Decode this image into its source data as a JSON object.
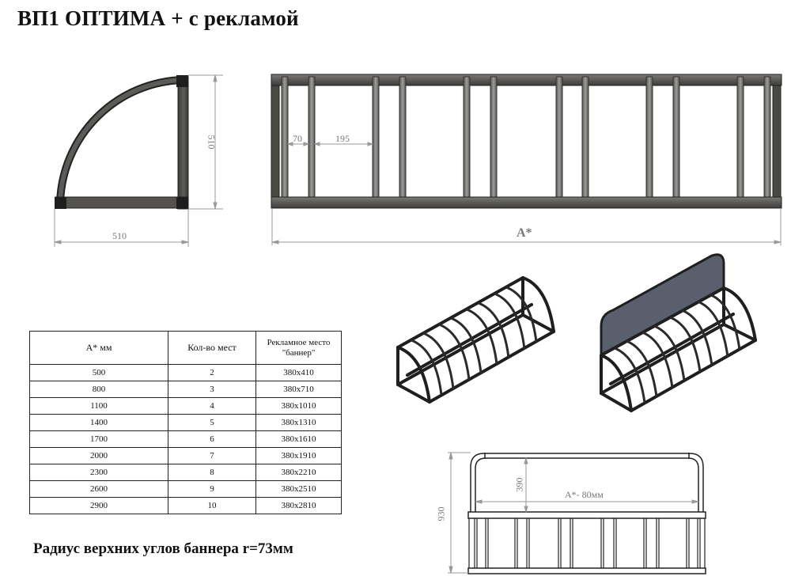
{
  "title": "ВП1 ОПТИМА + с рекламой",
  "side_view": {
    "width_label": "510",
    "height_label": "510"
  },
  "top_view": {
    "gap_small_label": "70",
    "gap_large_label": "195",
    "length_label": "A*"
  },
  "front_view": {
    "total_height_label": "930",
    "banner_height_label": "390",
    "banner_width_label": "A*- 80мм"
  },
  "spec_table": {
    "headers": [
      "A* мм",
      "Кол-во мест",
      "Рекламное место \"баннер\""
    ],
    "header_line1": "Рекламное место",
    "header_line2": "\"баннер\"",
    "rows": [
      [
        "500",
        "2",
        "380x410"
      ],
      [
        "800",
        "3",
        "380x710"
      ],
      [
        "1100",
        "4",
        "380x1010"
      ],
      [
        "1400",
        "5",
        "380x1310"
      ],
      [
        "1700",
        "6",
        "380x1610"
      ],
      [
        "2000",
        "7",
        "380x1910"
      ],
      [
        "2300",
        "8",
        "380x2210"
      ],
      [
        "2600",
        "9",
        "380x2510"
      ],
      [
        "2900",
        "10",
        "380x2810"
      ]
    ]
  },
  "note": "Радиус верхних углов баннера r=73мм",
  "colors": {
    "frame": "#4a4845",
    "frame_dark": "#1a1a1a",
    "bar_light": "#8a8783",
    "banner": "#5a5f6e",
    "dimension": "#888888"
  }
}
